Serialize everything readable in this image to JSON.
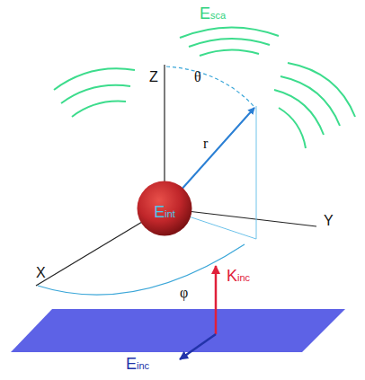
{
  "diagram": {
    "nodes": [
      {
        "text": [
          "Eint"
        ]
      }
    ],
    "labels": [
      "Esca",
      "Z",
      "θ",
      "r",
      "Y",
      "X",
      "φ",
      "Kinc",
      "Einc"
    ]
  }
}
